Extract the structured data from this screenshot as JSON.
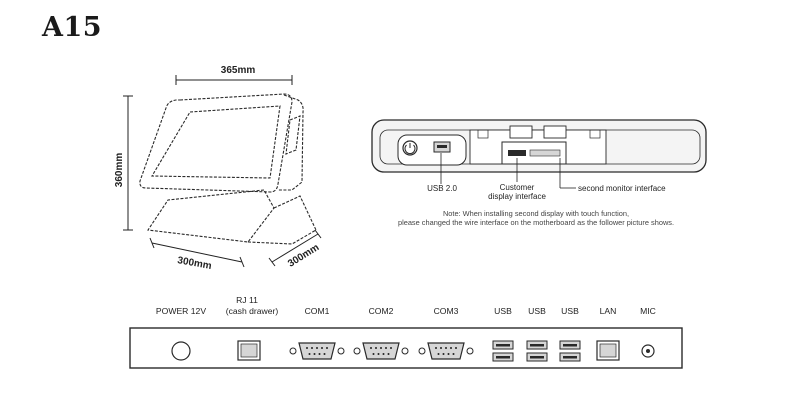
{
  "title": "A15",
  "dimensions": {
    "width": "365mm",
    "height": "360mm",
    "base_width": "300mm",
    "base_depth": "300mm"
  },
  "side_panel": {
    "usb_label": "USB 2.0",
    "customer_label_line1": "Customer",
    "customer_label_line2": "display interface",
    "second_monitor_label": "second monitor interface"
  },
  "note": {
    "line1": "Note: When installing second display with touch function,",
    "line2": "please changed the wire interface on the motherboard as the follower picture shows."
  },
  "ports": {
    "power": "POWER 12V",
    "rj11_line1": "RJ 11",
    "rj11_line2": "(cash  drawer)",
    "com1": "COM1",
    "com2": "COM2",
    "com3": "COM3",
    "usb1": "USB",
    "usb2": "USB",
    "usb3": "USB",
    "lan": "LAN",
    "mic": "MIC"
  },
  "colors": {
    "line": "#2a2a2a",
    "panel_fill": "#f4f4f4",
    "port_fill": "#d6d6d6"
  }
}
